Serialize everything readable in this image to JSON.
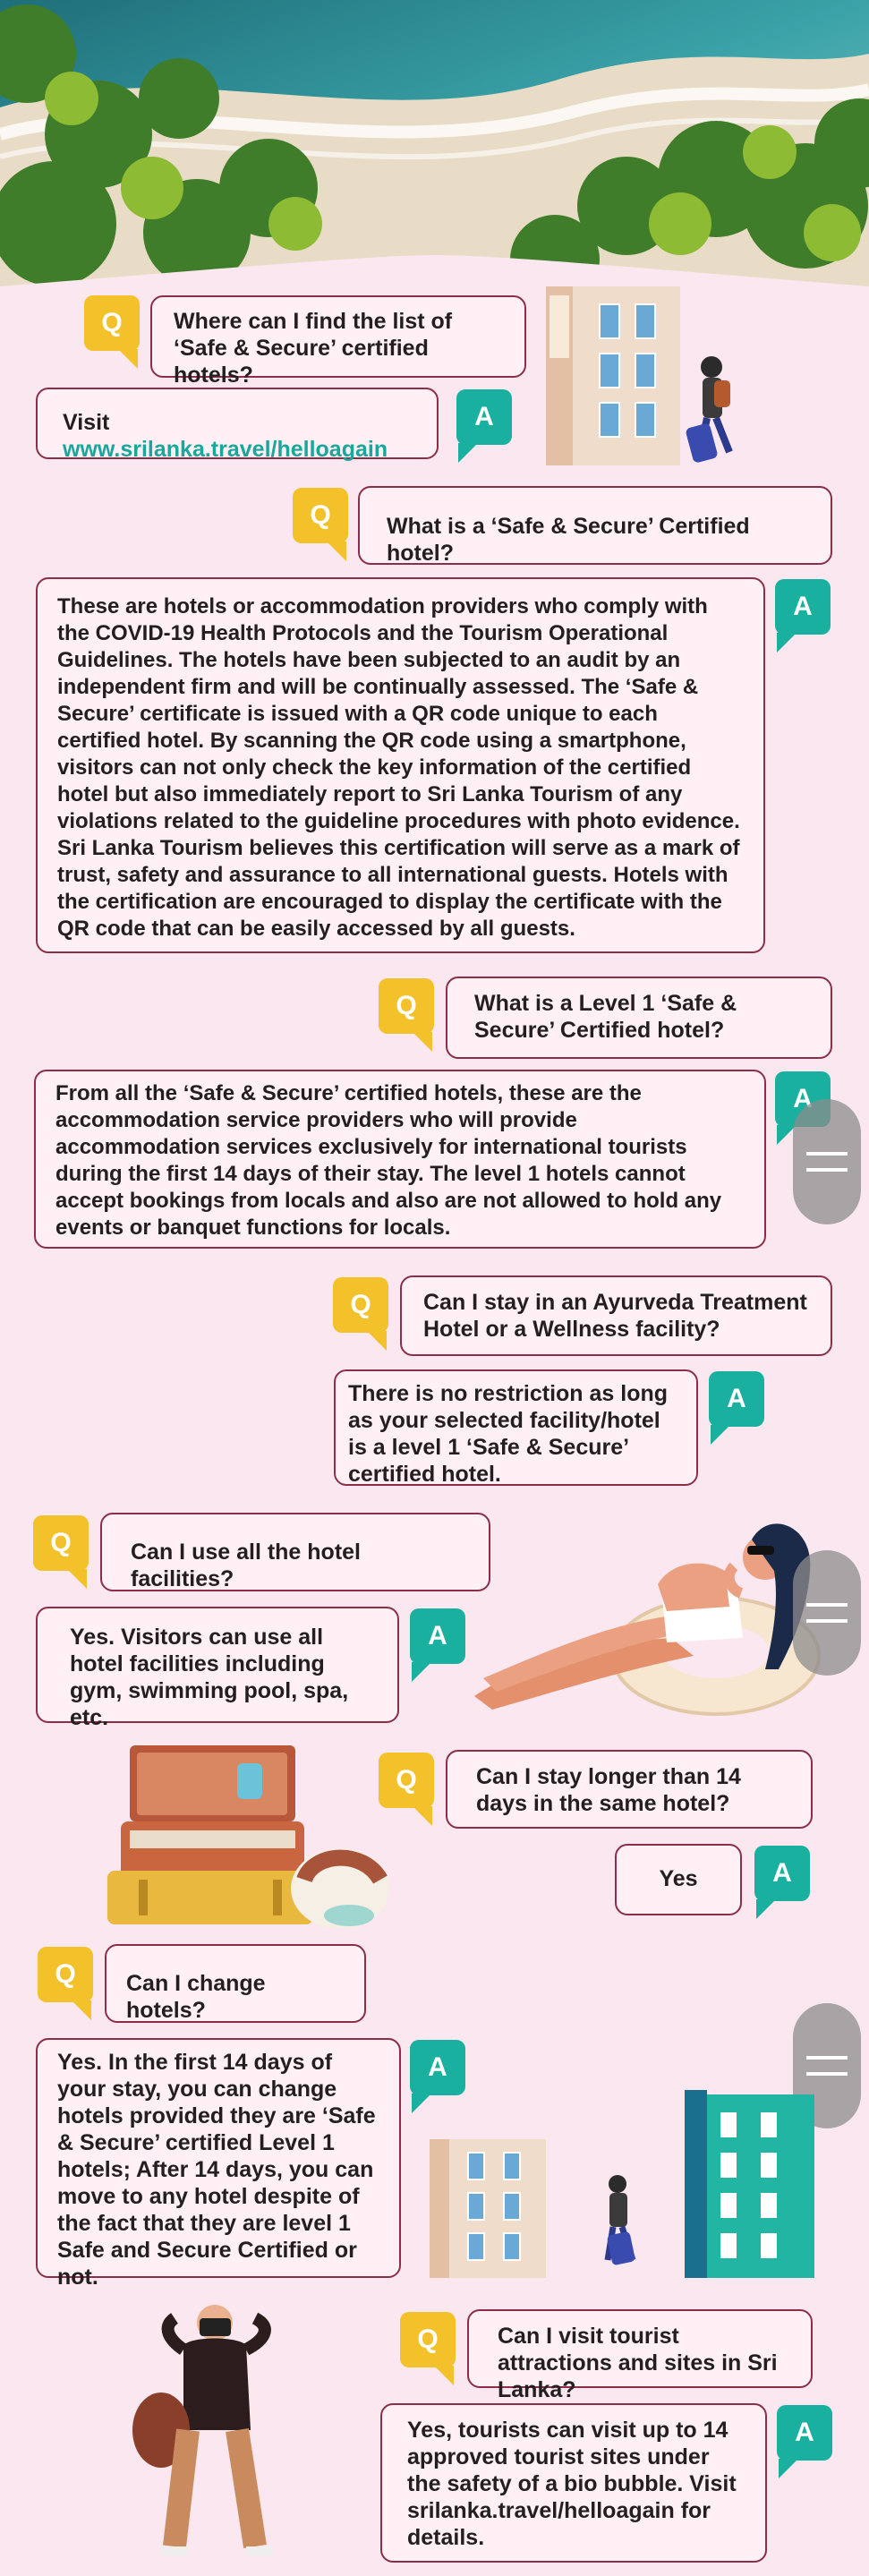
{
  "faq": [
    {
      "q": "Where can I find the list of ‘Safe & Secure’ certified hotels?",
      "a_prefix": "Visit ",
      "a_link": "www.srilanka.travel/helloagain"
    },
    {
      "q": "What is a ‘Safe & Secure’ Certified hotel?",
      "a": "These are hotels or accommodation providers who comply with the COVID-19 Health Protocols and the Tourism Operational Guidelines. The hotels have been subjected to an audit by an independent firm and will be continually assessed. The ‘Safe & Secure’ certificate is issued with a QR code unique to each certified hotel. By scanning the QR code using a smartphone, visitors can not only check the key information of the certified hotel but also immediately report to Sri Lanka Tourism of any violations related to the guideline procedures with photo evidence. Sri Lanka Tourism believes this certification will serve as a mark of trust, safety and assurance to all international guests. Hotels with the certification are encouraged to display the certificate with the QR code that can be easily accessed by all guests."
    },
    {
      "q": "What is a Level 1 ‘Safe & Secure’ Certified hotel?",
      "a": "From all the ‘Safe & Secure’ certified hotels, these are the accommodation service providers who will provide accommodation services exclusively for international tourists during the first 14 days of their stay. The level 1 hotels cannot accept bookings from locals and also are not allowed to hold any events or banquet functions for locals."
    },
    {
      "q": "Can I stay in an Ayurveda Treatment Hotel or a Wellness facility?",
      "a": "There is no restriction as long as your selected facility/hotel is a level 1 ‘Safe & Secure’ certified hotel."
    },
    {
      "q": "Can I use all the hotel facilities?",
      "a": "Yes. Visitors can use all hotel facilities including gym, swimming pool, spa, etc."
    },
    {
      "q": "Can I stay longer than 14 days in the same hotel?",
      "a": "Yes"
    },
    {
      "q": "Can I change hotels?",
      "a": "Yes. In the first 14 days of your stay, you can change hotels provided they are ‘Safe & Secure’ certified Level 1 hotels; After 14 days, you can move to any hotel despite of the fact that they are level 1 Safe and Secure Certified or not."
    },
    {
      "q": "Can I visit tourist attractions and sites in Sri Lanka?",
      "a": "Yes, tourists can visit up to 14 approved tourist sites under the safety of a bio bubble. Visit srilanka.travel/helloagain for details."
    }
  ],
  "tags": {
    "question": "Q",
    "answer": "A"
  },
  "colors": {
    "background": "#fbe7f0",
    "question_tag": "#f3c12a",
    "answer_tag": "#19b0a0",
    "bubble_border": "#8a2f47",
    "link": "#1aa69a"
  },
  "icons": [
    "scroll-handle-icon"
  ]
}
